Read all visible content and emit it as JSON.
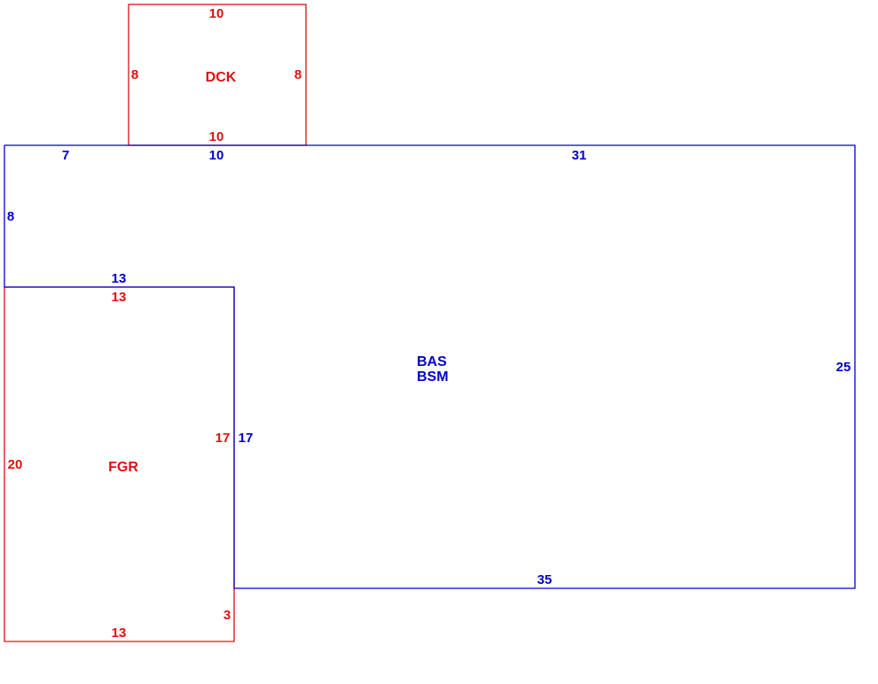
{
  "colors": {
    "main": "#0000cc",
    "addon": "#dd1111"
  },
  "areas": {
    "deck": {
      "code": "DCK",
      "dims": {
        "top": "10",
        "bottom": "10",
        "left": "8",
        "right": "8"
      }
    },
    "main": {
      "code_1": "BAS",
      "code_2": "BSM",
      "dims": {
        "top_left": "7",
        "top_mid": "10",
        "top_right": "31",
        "left": "8",
        "step": "13",
        "right": "25",
        "bottom": "35",
        "inner": "17"
      }
    },
    "garage": {
      "code": "FGR",
      "dims": {
        "top": "13",
        "left": "20",
        "inner": "17",
        "bottom": "13",
        "small": "3"
      }
    }
  }
}
